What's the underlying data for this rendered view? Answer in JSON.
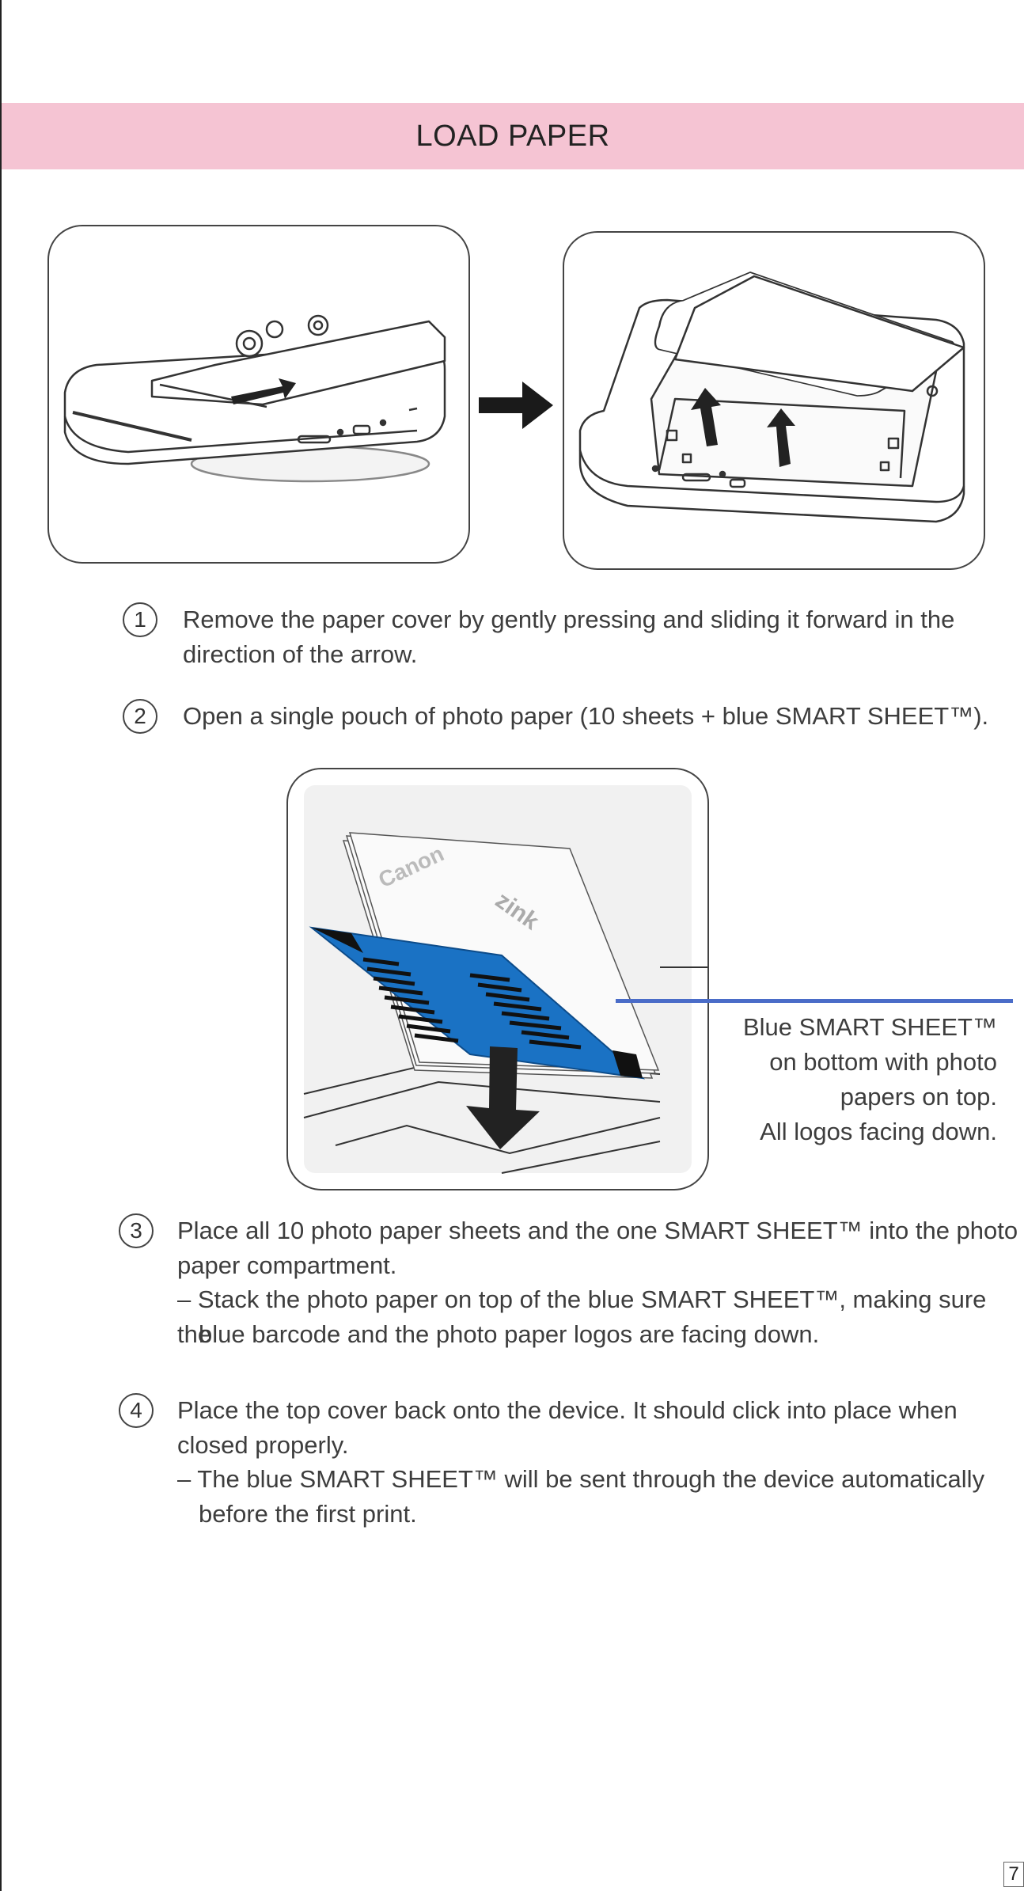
{
  "header": {
    "title": "LOAD PAPER"
  },
  "steps": [
    {
      "number": "1",
      "lines": [
        "Remove the paper cover by gently pressing and sliding it forward in the",
        "direction of the arrow."
      ]
    },
    {
      "number": "2",
      "lines": [
        "Open a single pouch of photo paper (10 sheets + blue SMART SHEET™)."
      ]
    },
    {
      "number": "3",
      "lines": [
        "Place all 10 photo paper sheets and the one SMART SHEET™ into the photo",
        "paper compartment."
      ],
      "sub": [
        "– Stack the photo paper on top of the blue SMART SHEET™, making sure the",
        "blue barcode and the photo paper logos are facing down."
      ]
    },
    {
      "number": "4",
      "lines": [
        "Place the top cover back onto the device. It should click into place when",
        "closed properly."
      ],
      "sub": [
        "– The blue SMART SHEET™ will be sent through the device automatically",
        "before the first print."
      ]
    }
  ],
  "callout": {
    "lines": [
      "Blue SMART SHEET™",
      "on bottom with photo",
      "papers on top.",
      "All logos facing down."
    ]
  },
  "illustration": {
    "logo_canon": "Canon",
    "logo_zink": "zink"
  },
  "colors": {
    "banner": "#f5c4d3",
    "smart_sheet_blue": "#1a72c4",
    "callout_line": "#4a6cc8"
  },
  "page_number": "7"
}
